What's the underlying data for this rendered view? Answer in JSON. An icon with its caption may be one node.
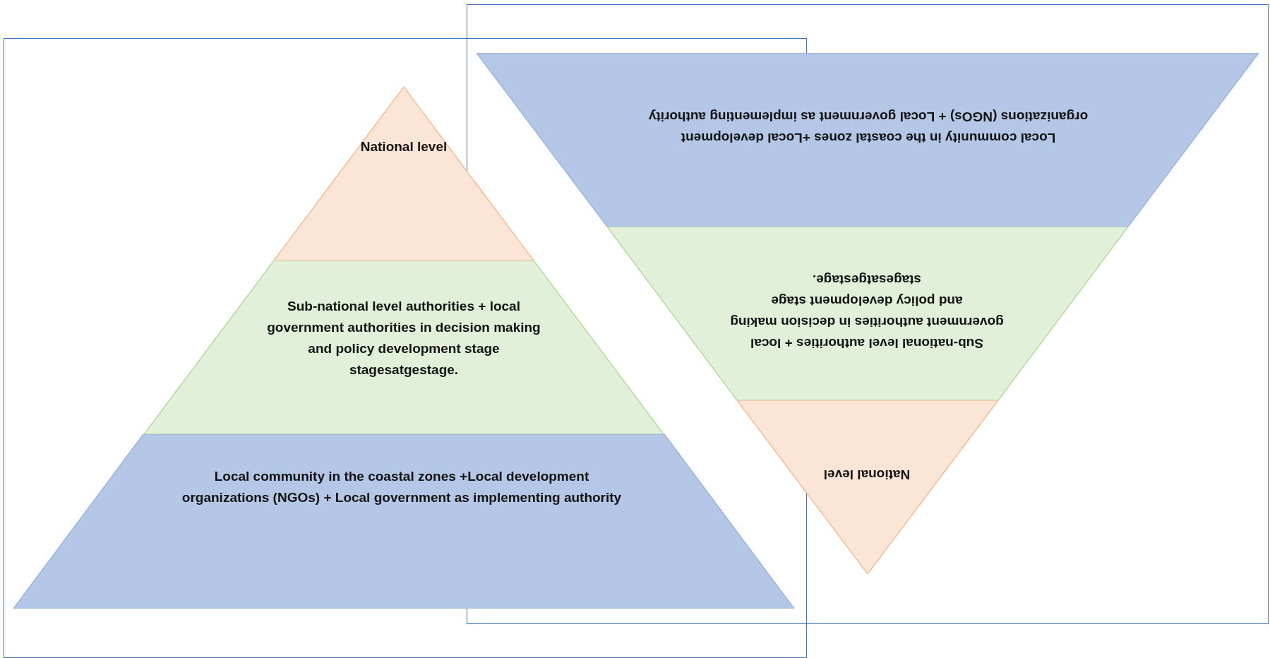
{
  "diagram": {
    "nodes": [
      {
        "text": [
          "National level"
        ]
      },
      {
        "text": [
          "Sub-national level authorities + local government authorities in decision making and policy development stage stagesatgestage."
        ]
      },
      {
        "text": [
          "Local community in the coastal zones +Local development organizations (NGOs) + Local government as implementing authority"
        ]
      },
      {
        "text": [
          "Local community in the coastal zones +Local development organizations (NGOs) + Local government as implementing authority"
        ]
      },
      {
        "text": [
          "Sub-national level authorities + local government authorities in decision making and policy development stage stagesatgestage."
        ]
      },
      {
        "text": [
          "National level"
        ]
      }
    ],
    "edges": []
  }
}
